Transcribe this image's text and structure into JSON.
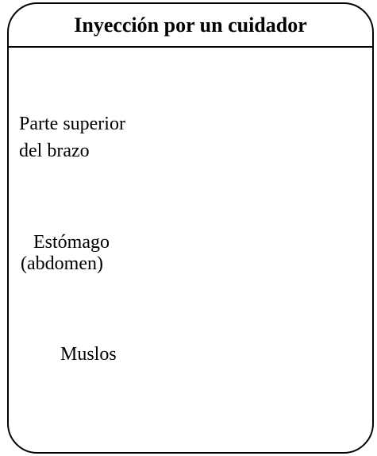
{
  "title": "Inyección por un cuidador",
  "labels": {
    "upper_arm_line1": "Parte superior",
    "upper_arm_line2": "del brazo",
    "stomach_line1": "Estómago",
    "stomach_line2": "(abdomen)",
    "thighs": "Muslos"
  },
  "colors": {
    "skin": "#e8b896",
    "skin_shadow": "#c8957a",
    "injection_site": "#4ec3be",
    "frame": "#000000",
    "text": "#000000"
  },
  "icons": {
    "body": "human-torso-front-view"
  }
}
